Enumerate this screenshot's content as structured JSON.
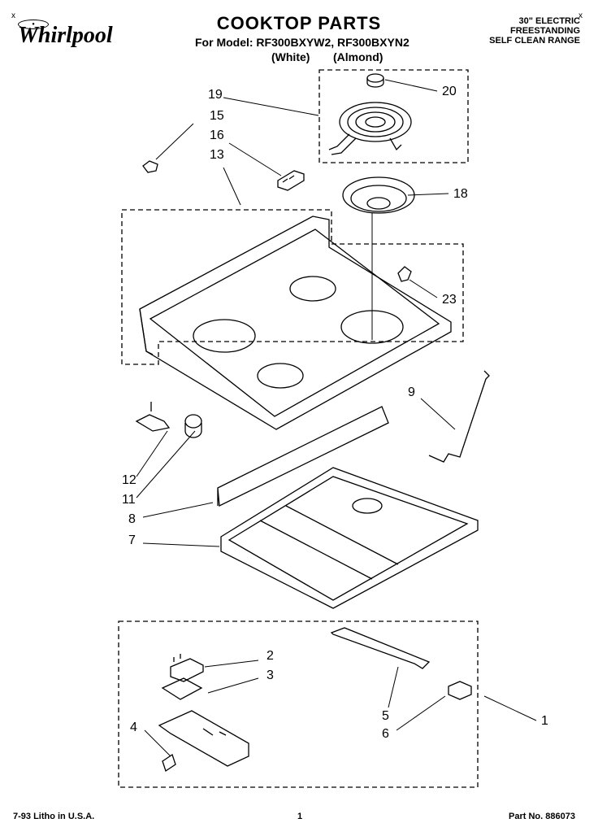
{
  "header": {
    "logo_text": "Whirlpool",
    "title": "COOKTOP PARTS",
    "model_line": "For Model: RF300BXYW2, RF300BXYN2",
    "variant_white": "(White)",
    "variant_almond": "(Almond)",
    "spec_line1": "30\" ELECTRIC",
    "spec_line2": "FREESTANDING",
    "spec_line3": "SELF CLEAN RANGE"
  },
  "callouts": [
    "20",
    "19",
    "15",
    "16",
    "13",
    "18",
    "23",
    "9",
    "12",
    "11",
    "8",
    "7",
    "2",
    "3",
    "5",
    "1",
    "4",
    "6"
  ],
  "footer": {
    "litho": "7-93 Litho in U.S.A.",
    "page": "1",
    "part_no": "Part No. 886073"
  }
}
